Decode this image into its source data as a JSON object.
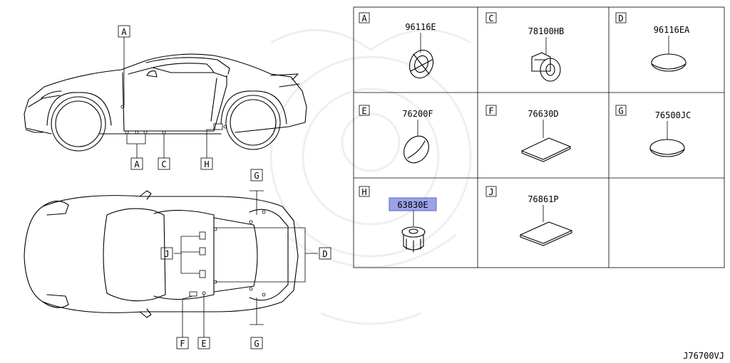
{
  "callouts": {
    "side_a_top": "A",
    "side_a_bottom": "A",
    "side_c": "C",
    "side_h": "H",
    "top_g_top": "G",
    "top_j": "J",
    "top_d": "D",
    "top_f": "F",
    "top_e": "E",
    "top_g_bottom": "G"
  },
  "parts": [
    {
      "letter": "A",
      "number": "96116E",
      "highlighted": false,
      "icon": "grommet-icon"
    },
    {
      "letter": "C",
      "number": "78100HB",
      "highlighted": false,
      "icon": "push-clip-icon"
    },
    {
      "letter": "D",
      "number": "96116EA",
      "highlighted": false,
      "icon": "oval-plug-icon"
    },
    {
      "letter": "E",
      "number": "76200F",
      "highlighted": false,
      "icon": "round-plug-icon"
    },
    {
      "letter": "F",
      "number": "76630D",
      "highlighted": false,
      "icon": "pad-sheet-icon"
    },
    {
      "letter": "G",
      "number": "76500JC",
      "highlighted": false,
      "icon": "oval-plug-icon"
    },
    {
      "letter": "H",
      "number": "63830E",
      "highlighted": true,
      "icon": "fastener-clip-icon"
    },
    {
      "letter": "J",
      "number": "76861P",
      "highlighted": false,
      "icon": "pad-sheet-icon"
    }
  ],
  "diagram_code": "J76700VJ",
  "colors": {
    "highlight_fill": "#9aa3e6",
    "highlight_border": "#5a64c8",
    "line": "#000000"
  }
}
